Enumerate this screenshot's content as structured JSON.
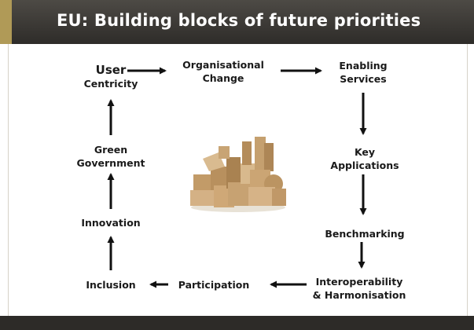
{
  "title": "EU: Building blocks of future priorities",
  "colors": {
    "header": "#3a3834",
    "accent": "#b09a57",
    "text": "#1a1a1a",
    "arrow": "#111111",
    "wood": "#c9a97a"
  },
  "nodes": {
    "user_centricity": [
      "User",
      "Centricity"
    ],
    "organisational_change": [
      "Organisational",
      "Change"
    ],
    "enabling_services": [
      "Enabling",
      "Services"
    ],
    "key_applications": [
      "Key",
      "Applications"
    ],
    "benchmarking": [
      "Benchmarking"
    ],
    "interoperability": [
      "Interoperability",
      "& Harmonisation"
    ],
    "participation": [
      "Participation"
    ],
    "inclusion": [
      "Inclusion"
    ],
    "innovation": [
      "Innovation"
    ],
    "green_government": [
      "Green",
      "Government"
    ]
  },
  "image": {
    "icon": "wooden-building-blocks-image"
  }
}
